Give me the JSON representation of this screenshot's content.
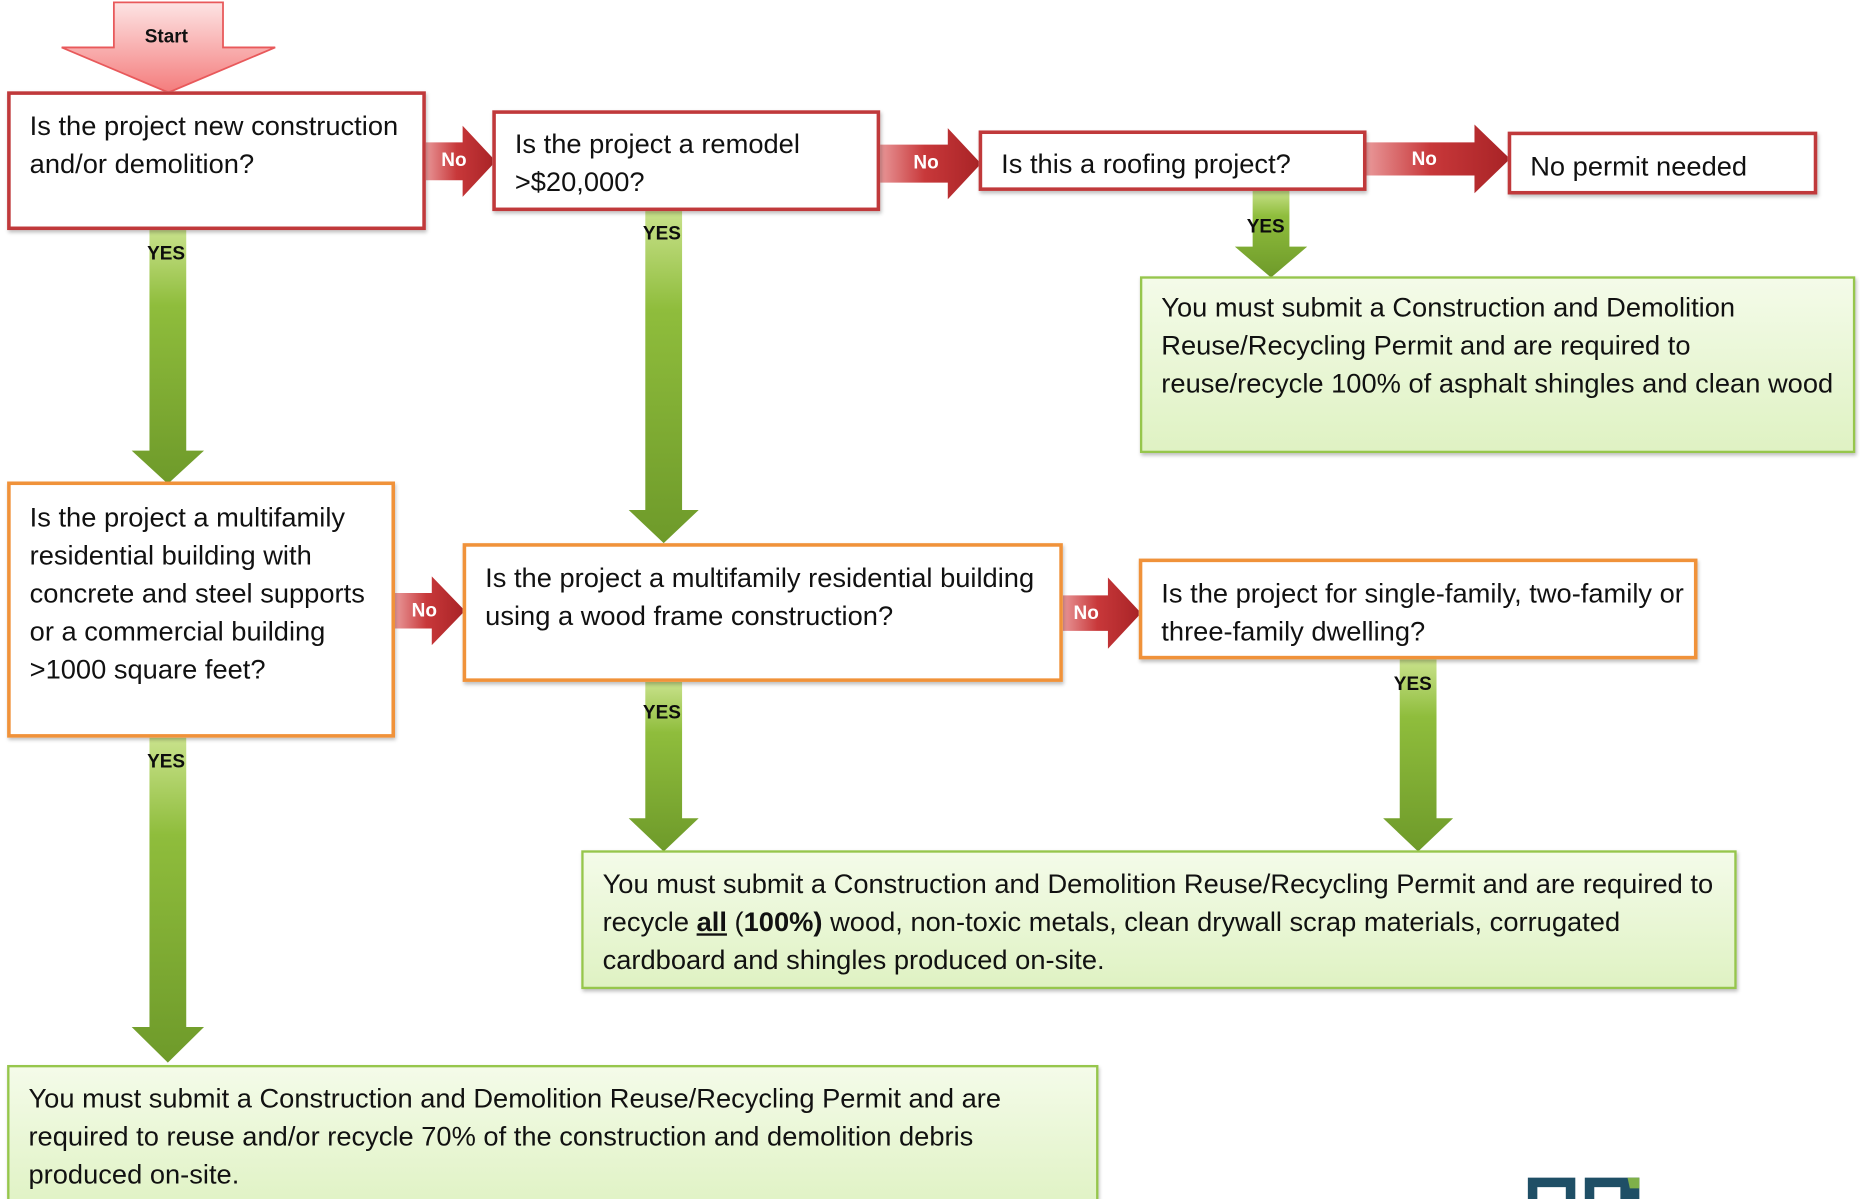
{
  "start_label": "Start",
  "questions": {
    "q1": "Is the project new construction and/or demolition?",
    "q2": "Is the project a remodel >$20,000?",
    "q3": "Is this a roofing project?",
    "q4": "Is the project a multifamily residential building with concrete and steel supports or a commercial building >1000 square feet?",
    "q5": "Is the project a multifamily residential building using a wood frame construction?",
    "q6": "Is the project for single-family, two-family or three-family dwelling?"
  },
  "outcomes": {
    "no_permit": "No permit needed",
    "roofing": "You must submit a Construction and Demolition Reuse/Recycling Permit and are required to reuse/recycle 100% of asphalt shingles and clean wood",
    "recycle_all": {
      "part1": "You must submit a Construction and Demolition Reuse/Recycling Permit and are required to recycle",
      "bold_all": "all",
      "paren_open": "(",
      "bold_pct": "100%)",
      "part2": "wood, non-toxic metals, clean drywall scrap materials, corrugated cardboard and shingles produced on-site."
    },
    "seventy": "You must submit a Construction and Demolition Reuse/Recycling Permit and are required to reuse and/or recycle 70% of the construction and demolition debris produced on-site."
  },
  "connector_labels": {
    "yes": "YES",
    "no": "No"
  },
  "colors": {
    "question_border_top": "#c0393b",
    "question_border_bottom": "#f0923a",
    "outcome_fill": "#e6f5cf",
    "outcome_border": "#96c64c",
    "yes_arrow": "#7ba82e",
    "no_arrow": "#c0393b",
    "start_arrow": "#f47c7c"
  },
  "icons": {
    "logo": "partial-logo-icon"
  }
}
